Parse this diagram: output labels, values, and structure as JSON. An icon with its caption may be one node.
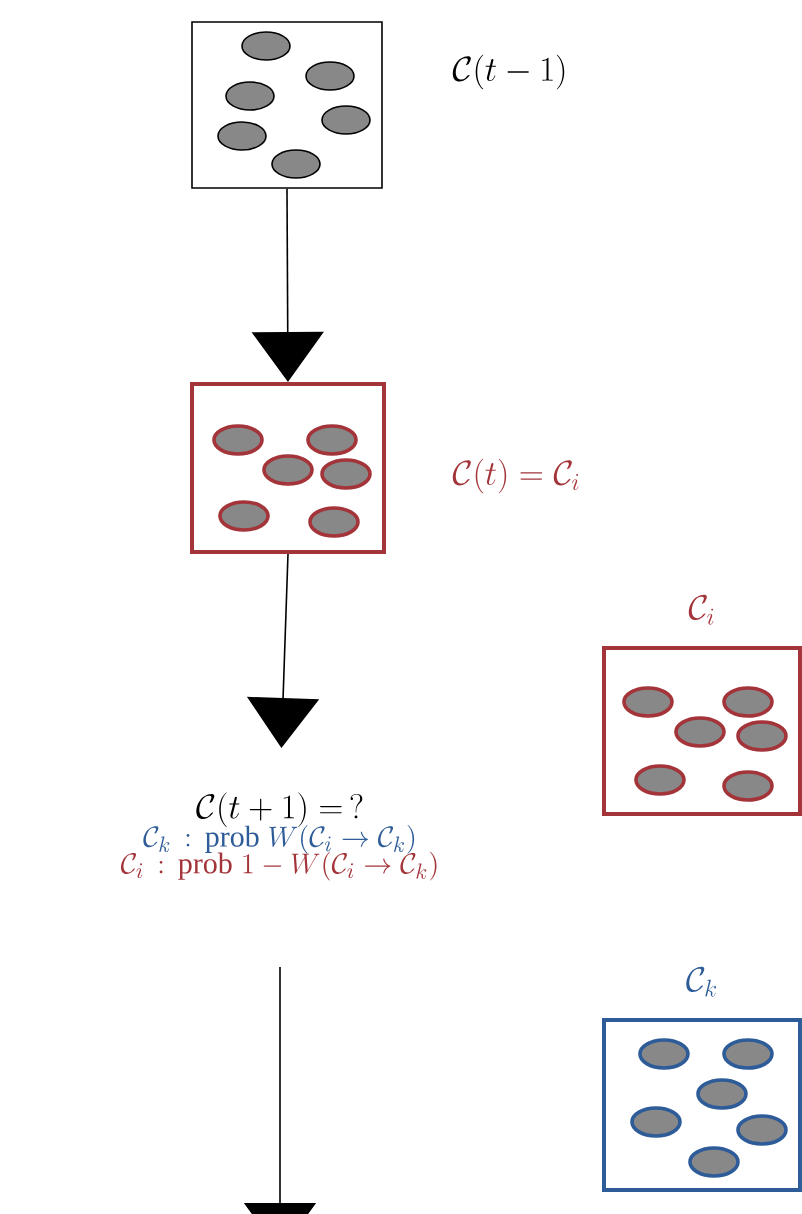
{
  "diagram": {
    "nodes": [
      {
        "text": [],
        "shape": "box",
        "beside": [
          "\\mathcal{C}(t-1)"
        ]
      },
      {
        "text": [],
        "shape": "box",
        "beside": [
          "\\mathcal{C}(t)=\\mathcal{C}_i"
        ]
      },
      {
        "text": [
          "\\mathcal{C}(t+1)=\\,?",
          "\\mathcal{C}_k\\,:\\,\\mathrm{prob}\\;W(\\mathcal{C}_i\\rightarrow\\mathcal{C}_k)",
          "\\mathcal{C}_i\\,:\\,\\mathrm{prob}\\;1-W(\\mathcal{C}_i\\rightarrow\\mathcal{C}_k)"
        ]
      },
      {
        "text": [
          "\\mathcal{C}_i"
        ]
      },
      {
        "text": [
          "\\mathcal{C}_k"
        ]
      }
    ],
    "edges": [
      {
        "from": 0,
        "to": 1,
        "arrow": "to"
      },
      {
        "from": 1,
        "to": 2,
        "arrow": "to"
      },
      {
        "from": 2,
        "to": null,
        "arrow": "to"
      }
    ]
  }
}
